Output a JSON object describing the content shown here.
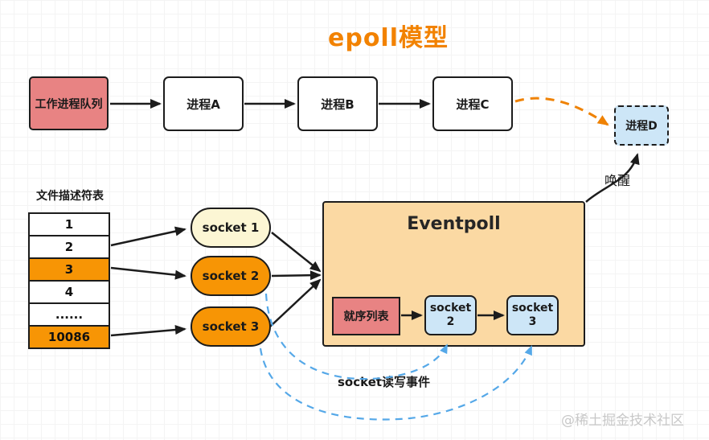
{
  "title": "epoll模型",
  "top_flow": {
    "queue": "工作进程队列",
    "process_a": "进程A",
    "process_b": "进程B",
    "process_c": "进程C",
    "process_d": "进程D",
    "wake_label": "唤醒"
  },
  "fd_table": {
    "label": "文件描述符表",
    "rows": [
      {
        "value": "1",
        "highlight": false
      },
      {
        "value": "2",
        "highlight": false
      },
      {
        "value": "3",
        "highlight": true
      },
      {
        "value": "4",
        "highlight": false
      },
      {
        "value": "......",
        "highlight": false
      },
      {
        "value": "10086",
        "highlight": true
      }
    ]
  },
  "sockets": {
    "socket1": "socket 1",
    "socket2": "socket 2",
    "socket3": "socket 3"
  },
  "eventpoll": {
    "title": "Eventpoll",
    "ready_list": "就序列表",
    "node2": {
      "line1": "socket",
      "line2": "2"
    },
    "node3": {
      "line1": "socket",
      "line2": "3"
    }
  },
  "labels": {
    "rw_event": "socket读写事件"
  },
  "watermark": "@稀土掘金技术社区",
  "colors": {
    "title_orange": "#F28200",
    "pink": "#E88383",
    "orange_fill": "#F79505",
    "light_yellow": "#FCF6D4",
    "peach": "#FBD9A3",
    "light_blue": "#CDE6F7",
    "blue_arrow": "#55A8E8",
    "orange_arrow": "#EF8204",
    "black": "#1c1c1c"
  }
}
